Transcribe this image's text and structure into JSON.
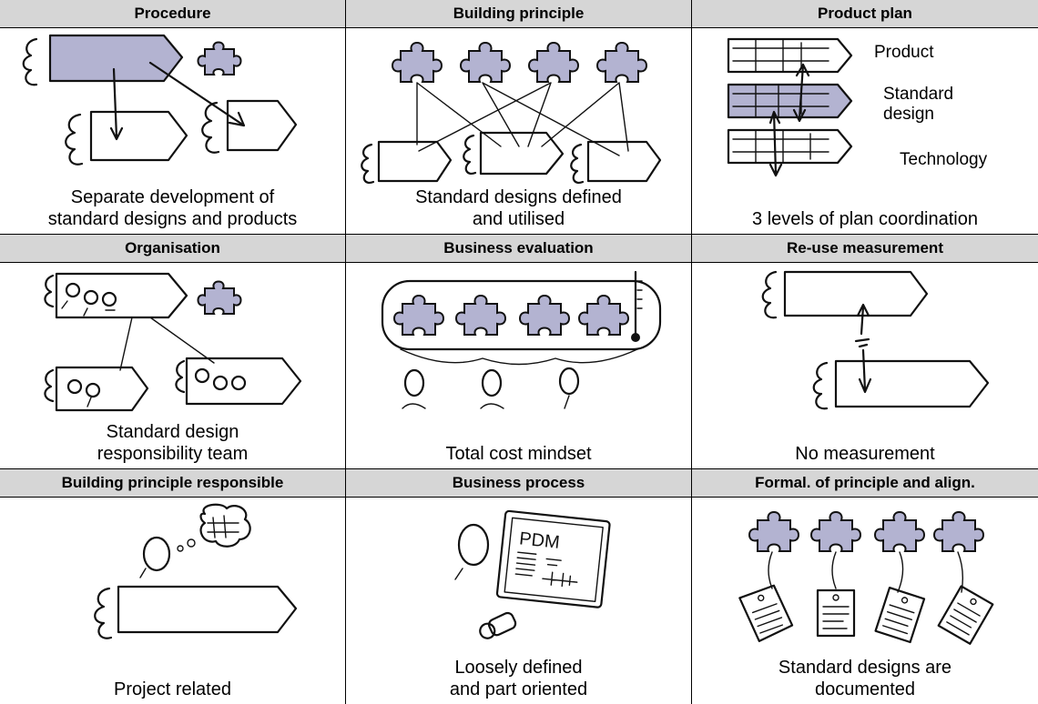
{
  "colors": {
    "accent": "#b3b3d1",
    "header_bg": "#d6d6d6",
    "ink": "#111111"
  },
  "cells": [
    {
      "title": "Procedure",
      "caption": "Separate development of\nstandard designs and products"
    },
    {
      "title": "Building principle",
      "caption": "Standard designs defined\nand utilised"
    },
    {
      "title": "Product plan",
      "caption": "3 levels of plan coordination",
      "labels": [
        "Product",
        "Standard\ndesign",
        "Technology"
      ]
    },
    {
      "title": "Organisation",
      "caption": "Standard design\nresponsibility team"
    },
    {
      "title": "Business evaluation",
      "caption": "Total cost mindset"
    },
    {
      "title": "Re-use measurement",
      "caption": "No measurement"
    },
    {
      "title": "Building principle responsible",
      "caption": "Project related"
    },
    {
      "title": "Business process",
      "caption": "Loosely defined\nand part oriented",
      "screen_text": "PDM"
    },
    {
      "title": "Formal. of principle and align.",
      "caption": "Standard designs are\ndocumented"
    }
  ]
}
